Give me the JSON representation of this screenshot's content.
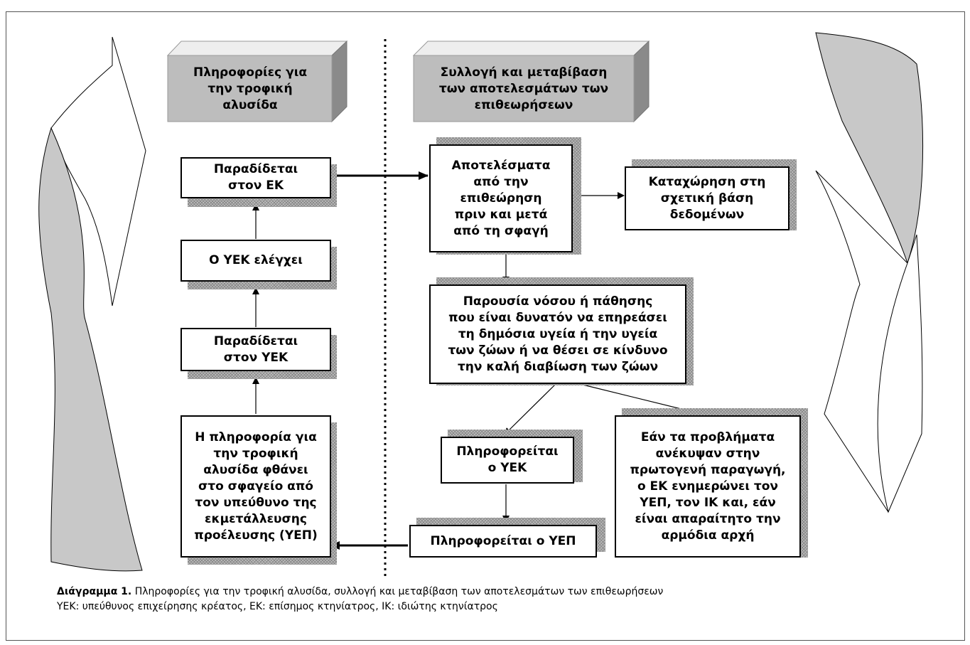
{
  "headers": {
    "left": "Πληροφορίες για\nτην τροφική\nαλυσίδα",
    "right": "Συλλογή και μεταβίβαση\nτων αποτελεσμάτων των\nεπιθεωρήσεων"
  },
  "boxes": {
    "delivered_ek": "Παραδίδεται\nστον ΕΚ",
    "yek_checks": "Ο ΥΕΚ ελέγχει",
    "delivered_yek": "Παραδίδεται\nστον ΥΕΚ",
    "info_reaches": "Η πληροφορία για\nτην τροφική\nαλυσίδα φθάνει\nστο σφαγείο από\nτον υπεύθυνο της\nεκμετάλλευσης\nπροέλευσης (ΥΕΠ)",
    "inspection_results": "Αποτελέσματα\nαπό την\nεπιθεώρηση\nπριν και μετά\nαπό τη σφαγή",
    "database_entry": "Καταχώρηση στη\nσχετική βάση\nδεδομένων",
    "disease_presence": "Παρουσία νόσου ή πάθησης\nπου είναι δυνατόν να επηρεάσει\nτη δημόσια υγεία ή την υγεία\nτων ζώων ή να θέσει σε κίνδυνο\nτην καλή διαβίωση των ζώων",
    "yek_informed": "Πληροφορείται\nο ΥΕΚ",
    "yep_informed": "Πληροφορείται ο ΥΕΠ",
    "primary_production": "Εάν τα προβλήματα\nανέκυψαν στην\nπρωτογενή παραγωγή,\nο ΕΚ ενημερώνει τον\nΥΕΠ, τον ΙΚ και, εάν\nείναι απαραίτητο την\nαρμόδια αρχή"
  },
  "caption": {
    "label": "Διάγραμμα 1.",
    "line1": " Πληροφορίες για την τροφική αλυσίδα, συλλογή και μεταβίβαση των αποτελεσμάτων των επιθεωρήσεων",
    "line2": "ΥΕΚ: υπεύθυνος επιχείρησης κρέατος, ΕΚ: επίσημος κτηνίατρος, ΙΚ: ιδιώτης κτηνίατρος"
  },
  "colors": {
    "cycle_fill": "#c8c8c8",
    "header_front": "#bdbdbd",
    "header_top": "#eeeeee",
    "header_side": "#8a8a8a"
  }
}
